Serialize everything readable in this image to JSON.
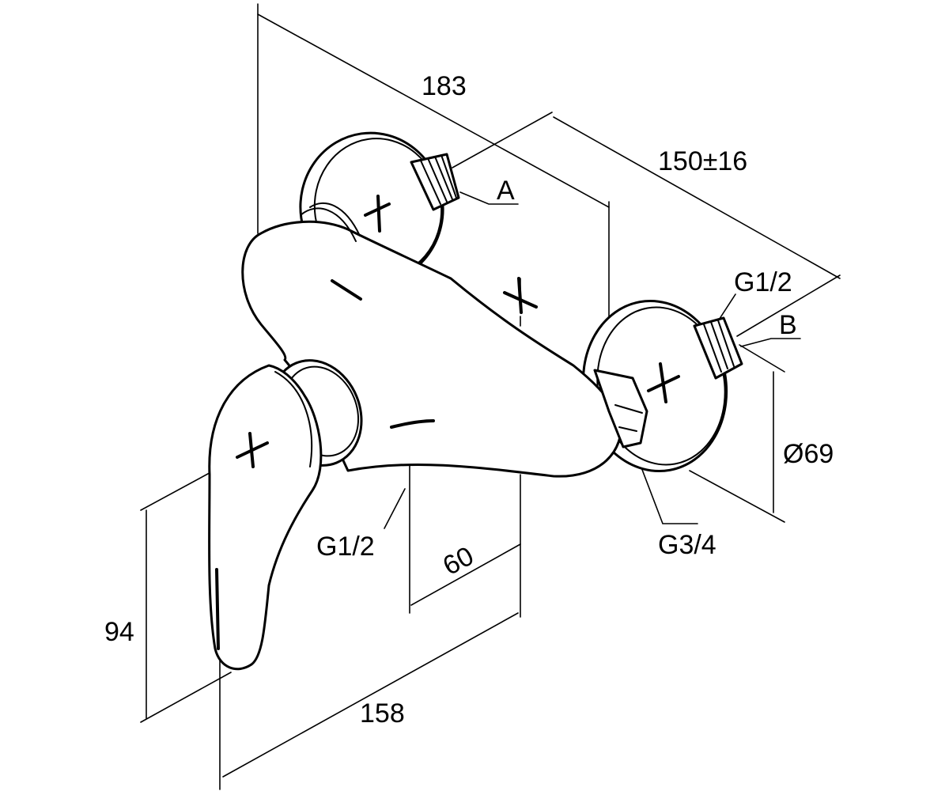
{
  "drawing": {
    "dimensions": {
      "dim_183": "183",
      "dim_150": "150±16",
      "dim_158": "158",
      "dim_94": "94",
      "dim_60": "60",
      "dim_69": "Ø69"
    },
    "callouts": {
      "label_a": "A",
      "label_b": "B",
      "label_g12_top": "G1/2",
      "label_g12_bottom": "G1/2",
      "label_g34": "G3/4"
    }
  }
}
